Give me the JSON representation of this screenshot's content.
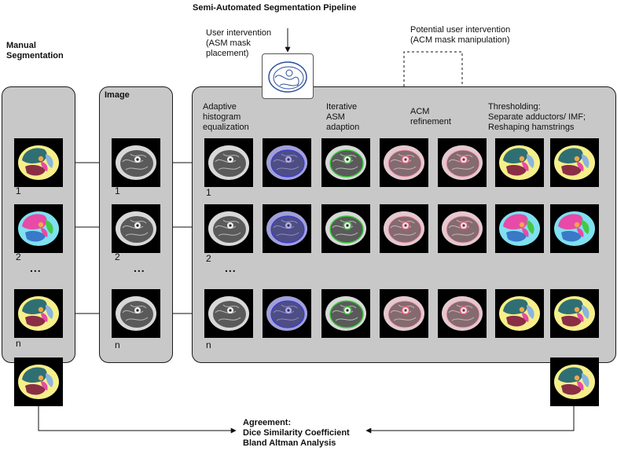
{
  "title": "Semi-Automated Segmentation Pipeline",
  "manual_label": "Manual\nSegmentation",
  "image_label": "Image",
  "user_intervention": "User intervention\n(ASM mask\nplacement)",
  "potential_intervention": "Potential user intervention\n(ACM mask manipulation)",
  "steps": {
    "histogram": "Adaptive\nhistogram\nequalization",
    "asm": "Iterative\nASM\nadaption",
    "acm": "ACM\nrefinement",
    "threshold": "Thresholding:\nSeparate adductors/ IMF;\nReshaping hamstrings"
  },
  "row_numbers": {
    "manual": [
      "1",
      "2",
      "n"
    ],
    "image": [
      "1",
      "2",
      "n"
    ],
    "pipeline": [
      "1",
      "2",
      "n"
    ]
  },
  "ellipsis": "...",
  "agreement": "Agreement:\nDice Similarity Coefficient\nBland Altman Analysis",
  "colors": {
    "panel": "#c8c8c8",
    "fat": "#f6ef8a",
    "teal": "#2f6f74",
    "pink": "#e84aa7",
    "maroon": "#8a2e45",
    "lightblue": "#8ab4e0",
    "asm_blue": "#3a3ad8",
    "asm_green": "#38c838",
    "acm_pink": "#ff9fb4"
  }
}
